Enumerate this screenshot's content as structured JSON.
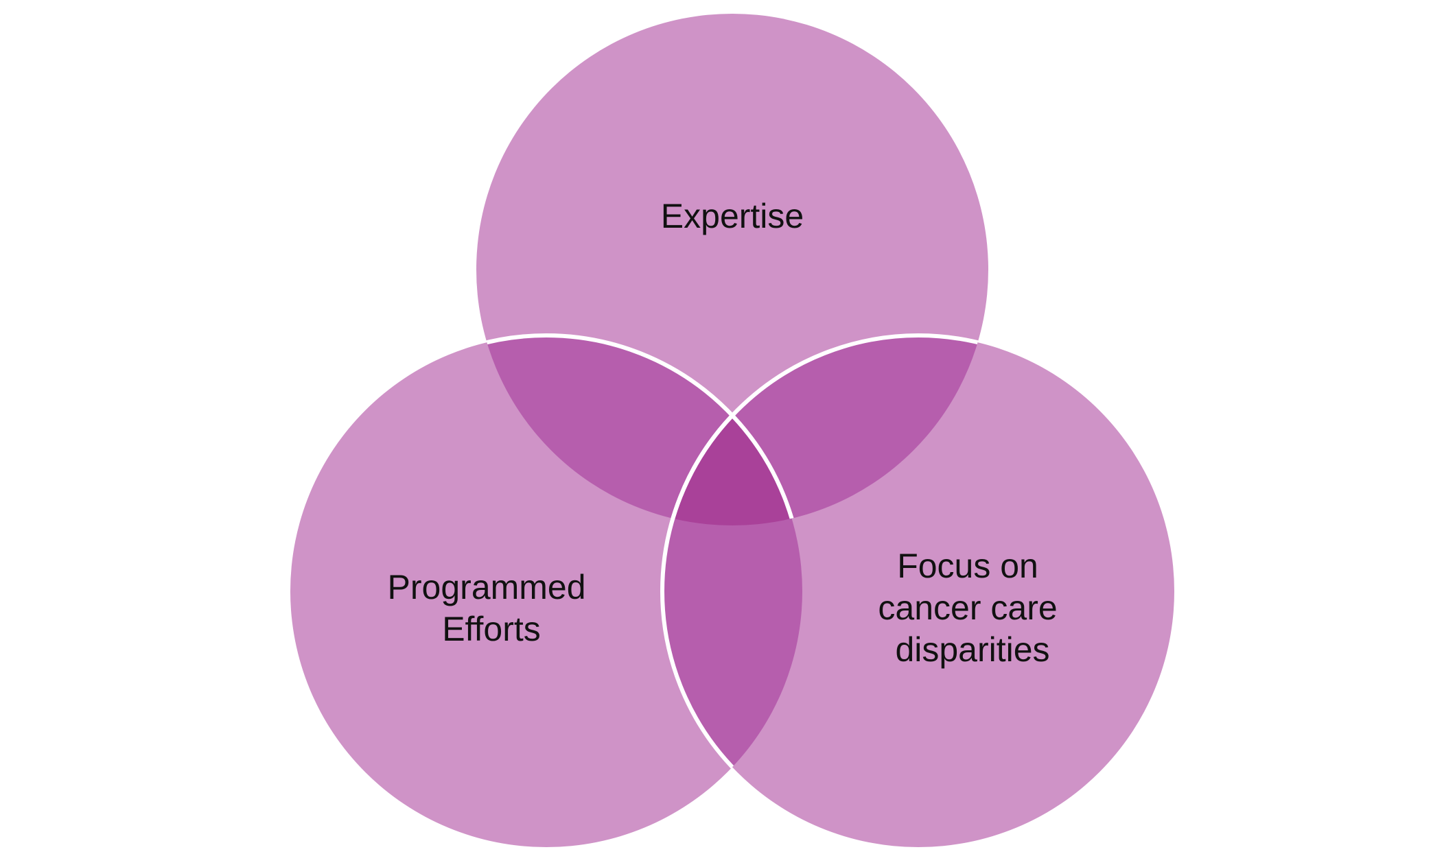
{
  "diagram": {
    "type": "venn-3",
    "colors": {
      "single": "#CF93C7",
      "pair": "#B65EAD",
      "center": "#A94199",
      "outline": "#ffffff"
    },
    "sets": [
      {
        "id": "top",
        "label_lines": [
          "Expertise"
        ]
      },
      {
        "id": "left",
        "label_lines": [
          "Programmed",
          "Efforts"
        ]
      },
      {
        "id": "right",
        "label_lines": [
          "Focus on",
          "cancer care",
          "disparities"
        ]
      }
    ]
  }
}
